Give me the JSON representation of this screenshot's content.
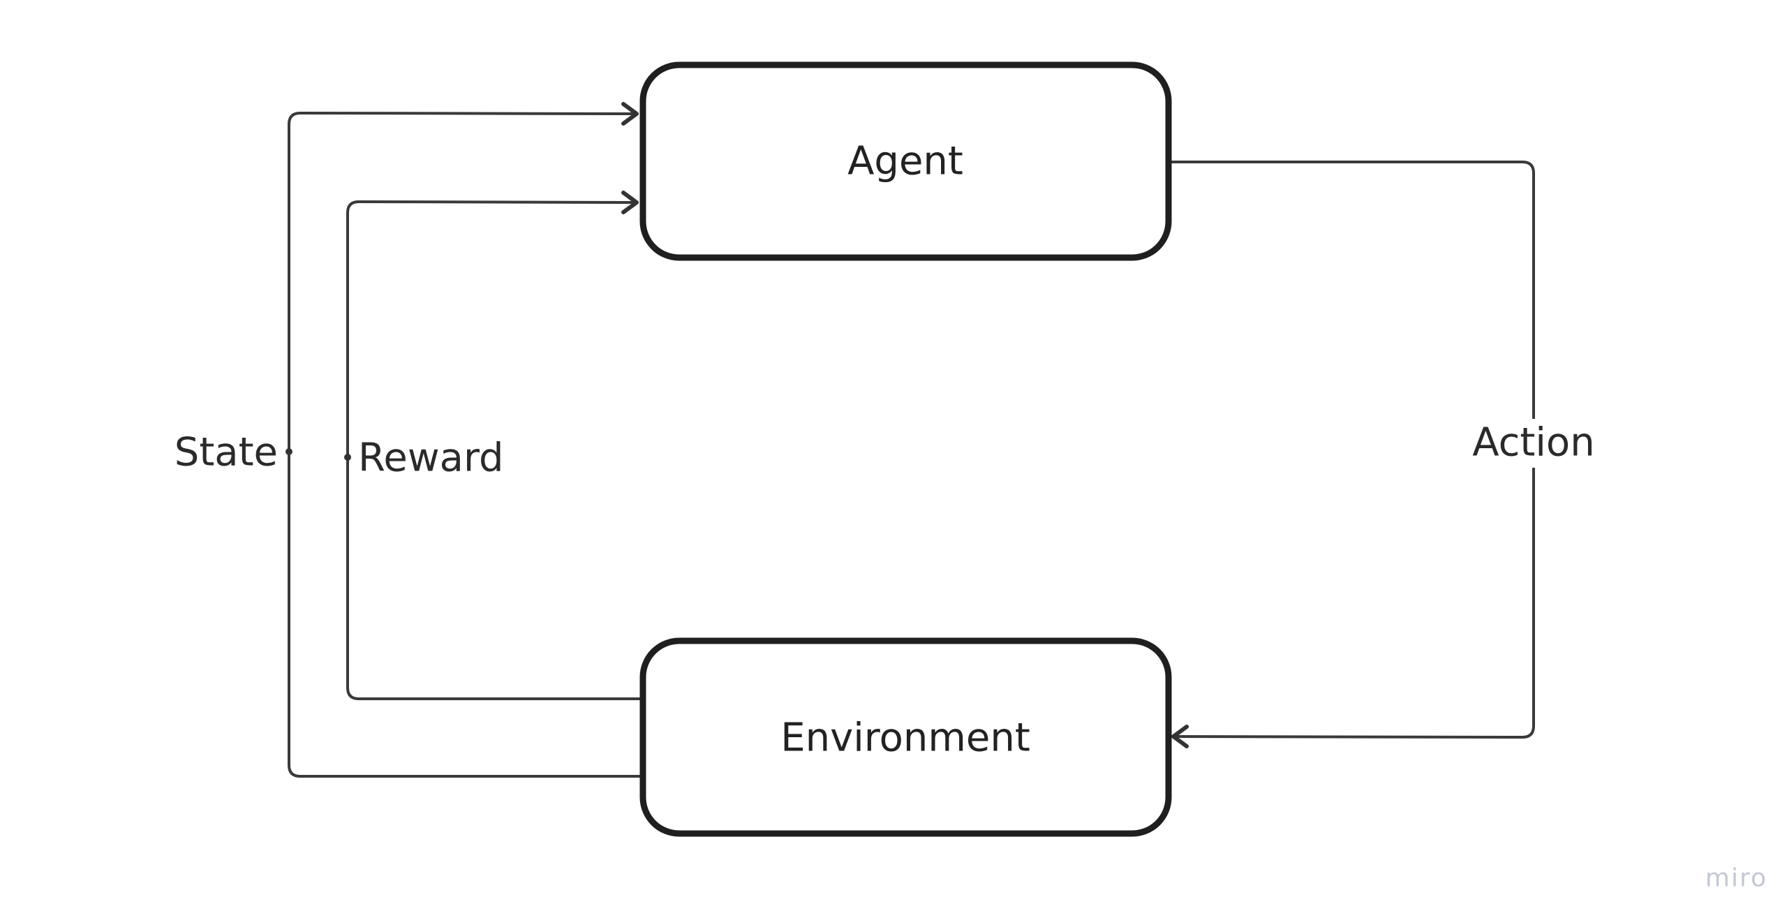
{
  "diagram": {
    "nodes": {
      "agent": {
        "label": "Agent"
      },
      "environment": {
        "label": "Environment"
      }
    },
    "edges": {
      "state": {
        "label": "State",
        "from": "environment",
        "to": "agent"
      },
      "reward": {
        "label": "Reward",
        "from": "environment",
        "to": "agent"
      },
      "action": {
        "label": "Action",
        "from": "agent",
        "to": "environment"
      }
    }
  },
  "watermark": {
    "text": "miro"
  },
  "colors": {
    "stroke": "#1f1f1f",
    "edge": "#3a3a3a",
    "text": "#222222",
    "watermark": "#c4c8d4",
    "background": "#ffffff"
  }
}
